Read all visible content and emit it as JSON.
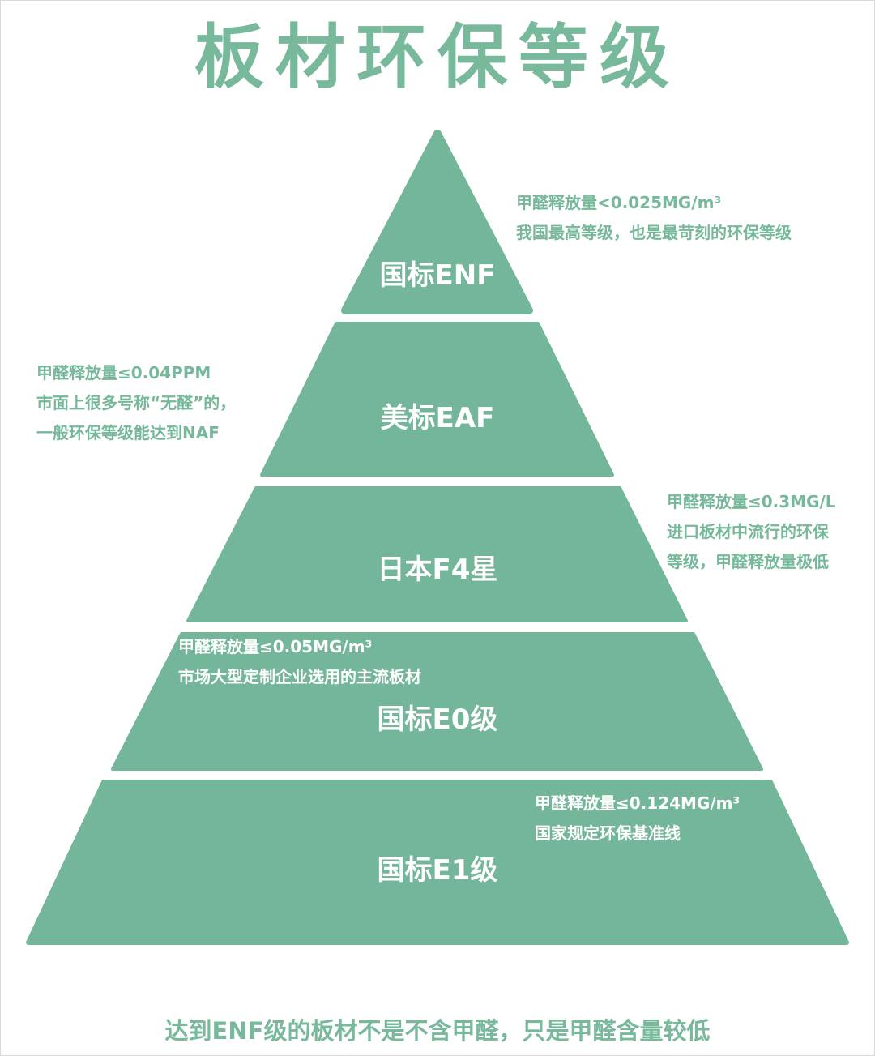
{
  "title": "板材环保等级",
  "colors": {
    "pyramid_fill": "#74b699",
    "title_text": "#78b99c",
    "note_text": "#76b89a",
    "tier_text": "#ffffff"
  },
  "tiers": [
    {
      "label": "国标ENF",
      "note_lines": [
        "甲醛释放量<0.025MG/m³",
        "我国最高等级，也是最苛刻的环保等级"
      ]
    },
    {
      "label": "美标EAF",
      "note_lines": [
        "甲醛释放量≤0.04PPM",
        "市面上很多号称“无醛”的，",
        "一般环保等级能达到NAF"
      ]
    },
    {
      "label": "日本F4星",
      "note_lines": [
        "甲醛释放量≤0.3MG/L",
        "进口板材中流行的环保",
        "等级，甲醛释放量极低"
      ]
    },
    {
      "label": "国标E0级",
      "note_lines": [
        "甲醛释放量≤0.05MG/m³",
        "市场大型定制企业选用的主流板材"
      ]
    },
    {
      "label": "国标E1级",
      "note_lines": [
        "甲醛释放量≤0.124MG/m³",
        "国家规定环保基准线"
      ]
    }
  ],
  "footer": "达到ENF级的板材不是不含甲醛，只是甲醛含量较低"
}
